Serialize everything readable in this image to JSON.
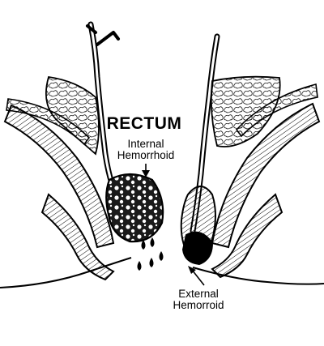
{
  "labels": {
    "title": "RECTUM",
    "internal_line1": "Internal",
    "internal_line2": "Hemorrhoid",
    "external_line1": "External",
    "external_line2": "Hemorroid"
  },
  "colors": {
    "ink": "#000000",
    "paper": "#ffffff"
  }
}
